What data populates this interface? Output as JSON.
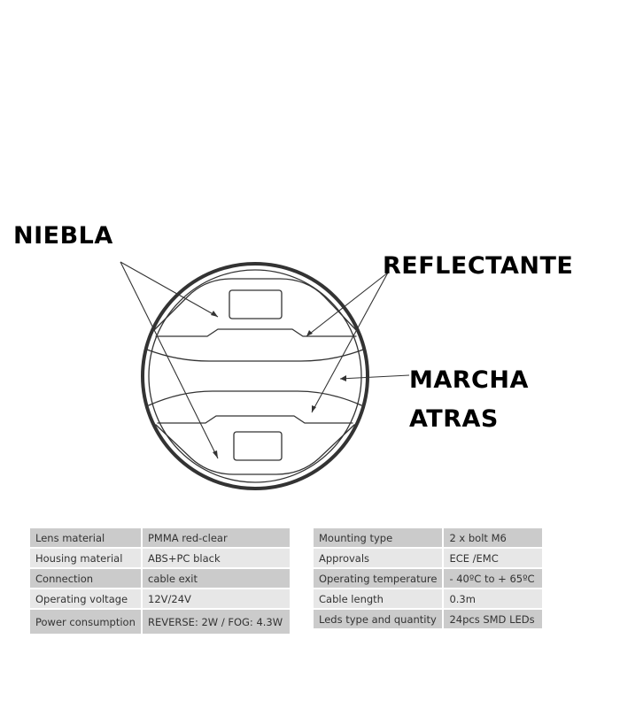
{
  "labels": {
    "niebla": "NIEBLA",
    "reflectante": "REFLECTANTE",
    "marcha": "MARCHA",
    "atras": "ATRAS"
  },
  "specs_left": [
    {
      "label": "Lens material",
      "value": "PMMA red-clear"
    },
    {
      "label": "Housing material",
      "value": "ABS+PC black"
    },
    {
      "label": "Connection",
      "value": "cable exit"
    },
    {
      "label": "Operating voltage",
      "value": "12V/24V"
    },
    {
      "label": "Power consumption",
      "value": "REVERSE: 2W / FOG: 4.3W"
    }
  ],
  "specs_right": [
    {
      "label": "Mounting type",
      "value": "2 x bolt M6"
    },
    {
      "label": "Approvals",
      "value": "ECE /EMC"
    },
    {
      "label": "Operating temperature",
      "value": "- 40ºC  to  + 65ºC"
    },
    {
      "label": "Cable length",
      "value": "0.3m"
    },
    {
      "label": "Leds type and quantity",
      "value": "24pcs SMD LEDs"
    }
  ]
}
